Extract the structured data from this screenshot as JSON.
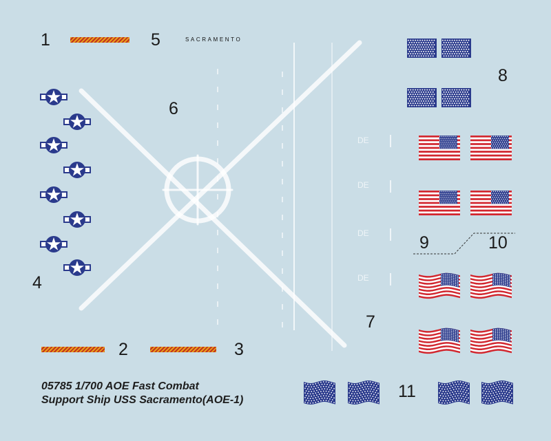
{
  "sheet": {
    "title_line1": "05785  1/700  AOE Fast Combat",
    "title_line2": "Support Ship USS Sacramento(AOE-1)",
    "ship_name": "SACRAMENTO",
    "background_color": "#cadde6"
  },
  "numbers": {
    "n1": "1",
    "n2": "2",
    "n3": "3",
    "n4": "4",
    "n5": "5",
    "n6": "6",
    "n7": "7",
    "n8": "8",
    "n9": "9",
    "n10": "10",
    "n11": "11"
  },
  "decals": {
    "hull_code_marks": [
      "DE",
      "DE",
      "DE",
      "DE"
    ],
    "colors": {
      "hazard_yellow": "#e8a21a",
      "hazard_red": "#c2311e",
      "navy_blue": "#2a3a8c",
      "flag_red": "#d3262e",
      "white": "#ffffff"
    }
  }
}
